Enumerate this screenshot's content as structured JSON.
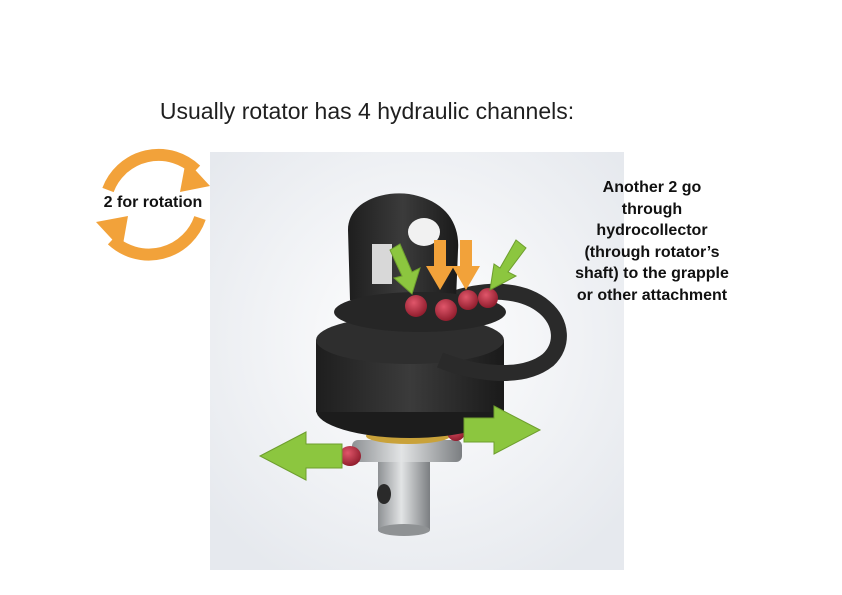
{
  "heading": "Usually rotator has 4 hydraulic channels:",
  "rotation_label": "2 for rotation",
  "side_note_lines": [
    "Another 2 go",
    "through",
    "hydrocollector",
    "(through rotator’s",
    "shaft) to the grapple",
    "or other attachment"
  ],
  "colors": {
    "orange_arrow": "#f2a23a",
    "green_arrow": "#8cc63f",
    "rotator_body": "#2b2b2b",
    "port_red": "#b0283a",
    "shaft_steel": "#bfc2c4"
  },
  "icons": {
    "rotation_cycle": "circular-rotation-arrows-icon",
    "port_arrows": "down-arrow-icon",
    "side_arrows": "right-left-arrow-icon"
  }
}
